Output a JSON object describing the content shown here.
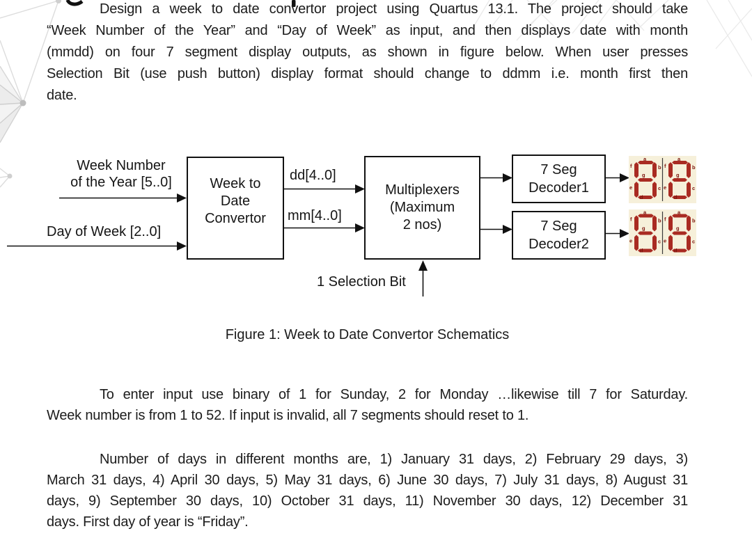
{
  "document": {
    "paragraph1": {
      "lines": [
        "Design a week to date convertor project using Quartus 13.1. The project should take",
        "“Week Number of the Year” and “Day of Week” as input, and then displays date with month",
        "(mmdd) on four 7 segment display outputs, as shown in figure below. When user presses",
        "Selection Bit (use push button) display format should change to ddmm i.e. month first then",
        "date."
      ]
    },
    "paragraph2": {
      "lines": [
        "To enter input use binary of 1 for Sunday, 2 for Monday …likewise till 7 for Saturday.",
        "Week number is from 1 to 52. If input is invalid, all 7 segments should reset to 1."
      ]
    },
    "paragraph3": {
      "lines": [
        "Number of days in different months are, 1) January 31 days, 2) February 29 days, 3)",
        "March 31 days, 4) April 30 days, 5) May 31 days, 6) June 30 days, 7) July 31 days, 8) August 31",
        "days, 9) September 30 days, 10) October 31 days, 11) November 30 days, 12) December 31",
        "days. First day of year is “Friday”."
      ]
    }
  },
  "figure": {
    "caption": "Figure 1: Week to Date Convertor Schematics",
    "input1": {
      "line1": "Week Number",
      "line2": "of the Year [5..0]"
    },
    "input2": "Day of Week [2..0]",
    "converter": {
      "line1": "Week to",
      "line2": "Date",
      "line3": "Convertor"
    },
    "bus1": "dd[4..0]",
    "bus2": "mm[4..0]",
    "mux": {
      "line1": "Multiplexers",
      "line2": "(Maximum",
      "line3": "2 nos)"
    },
    "decoder1": {
      "line1": "7 Seg",
      "line2": "Decoder1"
    },
    "decoder2": {
      "line1": "7 Seg",
      "line2": "Decoder2"
    },
    "selection": "1 Selection Bit"
  },
  "seven_segment": {
    "labels": {
      "a": "a",
      "b": "b",
      "c": "c",
      "d": "d",
      "e": "e",
      "f": "f",
      "g": "g"
    },
    "colors": {
      "segment": "#a92b22",
      "background": "#f6f0da",
      "label": "#7c150e",
      "divider": "#3a3a3a"
    }
  }
}
